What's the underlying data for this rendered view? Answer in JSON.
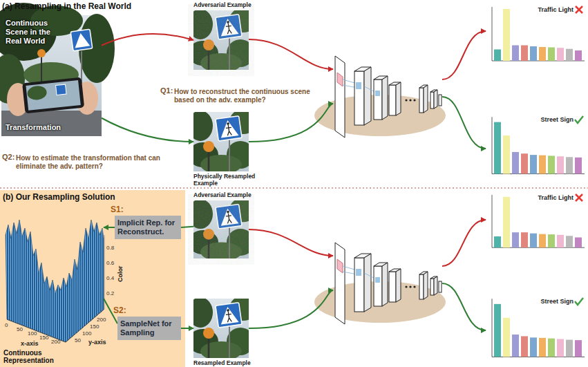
{
  "diagram": {
    "nodes": [
      {
        "text": [
          "Continuous Scene in the Real World",
          "Transformation"
        ]
      },
      {
        "text": [
          "Adversarial Example"
        ]
      },
      {
        "text": [
          "Traffic Light"
        ]
      },
      {
        "text": [
          "Physically Resampled Example"
        ]
      },
      {
        "text": [
          "Street Sign"
        ]
      },
      {
        "text": [
          "(b) Our Resampling Solution"
        ]
      },
      {
        "text": [
          "S1:",
          "Implicit Rep. for Reconstruct."
        ],
        "in": 5
      },
      {
        "text": [
          "Continuous Representation"
        ],
        "in": 5
      },
      {
        "text": [
          "S2:",
          "SampleNet for Sampling"
        ],
        "in": 5
      },
      {
        "text": [
          "Adversarial Example"
        ]
      },
      {
        "text": [
          "Traffic Light"
        ]
      },
      {
        "text": [
          "Resampled Example"
        ]
      },
      {
        "text": [
          "Street Sign"
        ]
      }
    ],
    "edges": [
      {
        "from": 0,
        "to": 1,
        "arrow": "to"
      },
      {
        "from": 0,
        "to": 3,
        "arrow": "to"
      },
      {
        "from": 9,
        "to": 6,
        "arrow": "none"
      },
      {
        "from": 6,
        "to": 7,
        "arrow": "to"
      },
      {
        "from": 7,
        "to": 8,
        "arrow": "none"
      },
      {
        "from": 8,
        "to": 11,
        "arrow": "to"
      }
    ],
    "labels": [
      "(a) Resampling in the Real World",
      "Q1:",
      "How to reconstruct the continuous scene based on the adv. example?",
      "Q2:",
      "How to estimate the transformation that can eliminate the adv. pattern?",
      "x-axis",
      "y-axis",
      "Color",
      "0",
      "50",
      "100",
      "150",
      "200",
      "50",
      "100",
      "150",
      "200",
      "0.2",
      "0.4",
      "0.6",
      "0.8"
    ]
  }
}
